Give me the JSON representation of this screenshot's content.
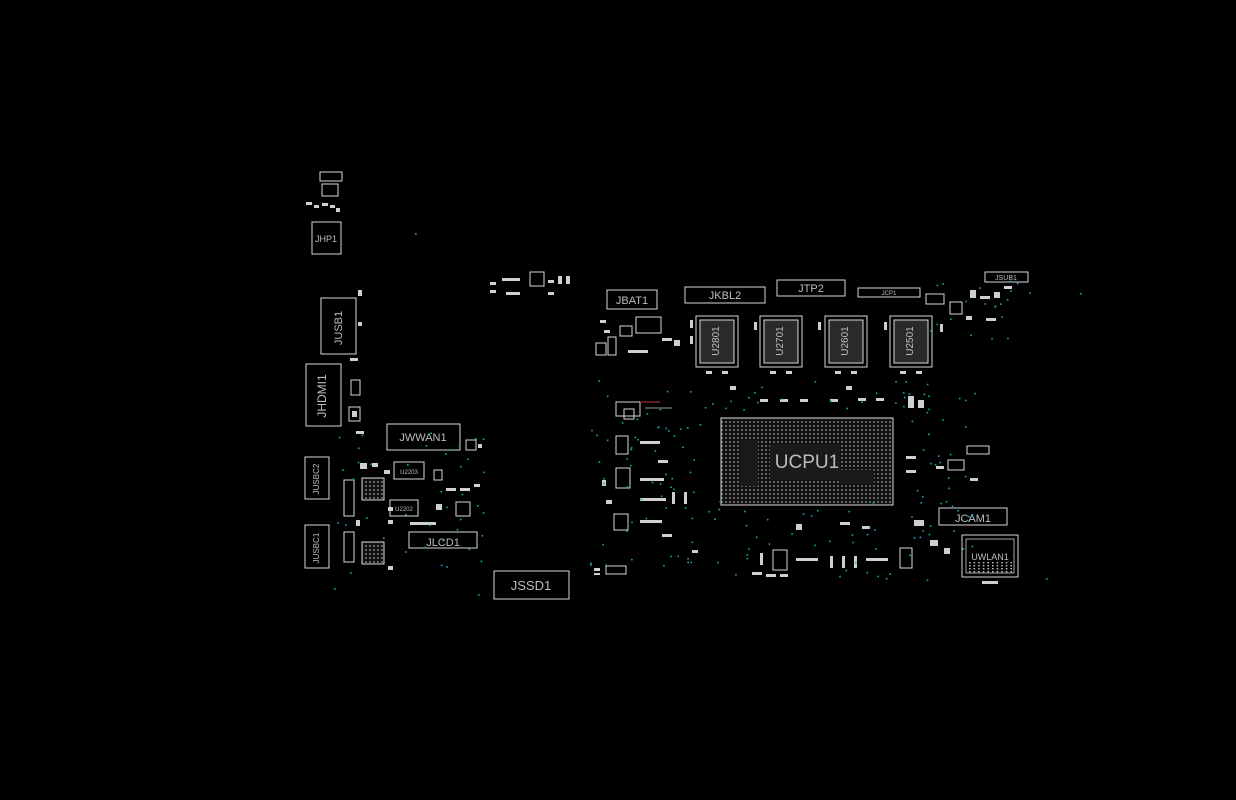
{
  "board": {
    "components": {
      "jhp1": "JHP1",
      "jusb1": "JUSB1",
      "jhdmi1": "JHDMI1",
      "jusbc2": "JUSBC2",
      "jusbc1": "JUSBC1",
      "jwwan1": "JWWAN1",
      "u2203": "U2203",
      "u2202": "U2202",
      "jlcd1": "JLCD1",
      "jssd1": "JSSD1",
      "jbat1": "JBAT1",
      "jkbl2": "JKBL2",
      "jtp2": "JTP2",
      "jcp1": "JCP1",
      "jsub1": "JSUB1",
      "u2801": "U2801",
      "u2701": "U2701",
      "u2601": "U2601",
      "u2501": "U2501",
      "ucpu1": "UCPU1",
      "jcam1": "JCAM1",
      "uwlan1": "UWLAN1"
    }
  }
}
